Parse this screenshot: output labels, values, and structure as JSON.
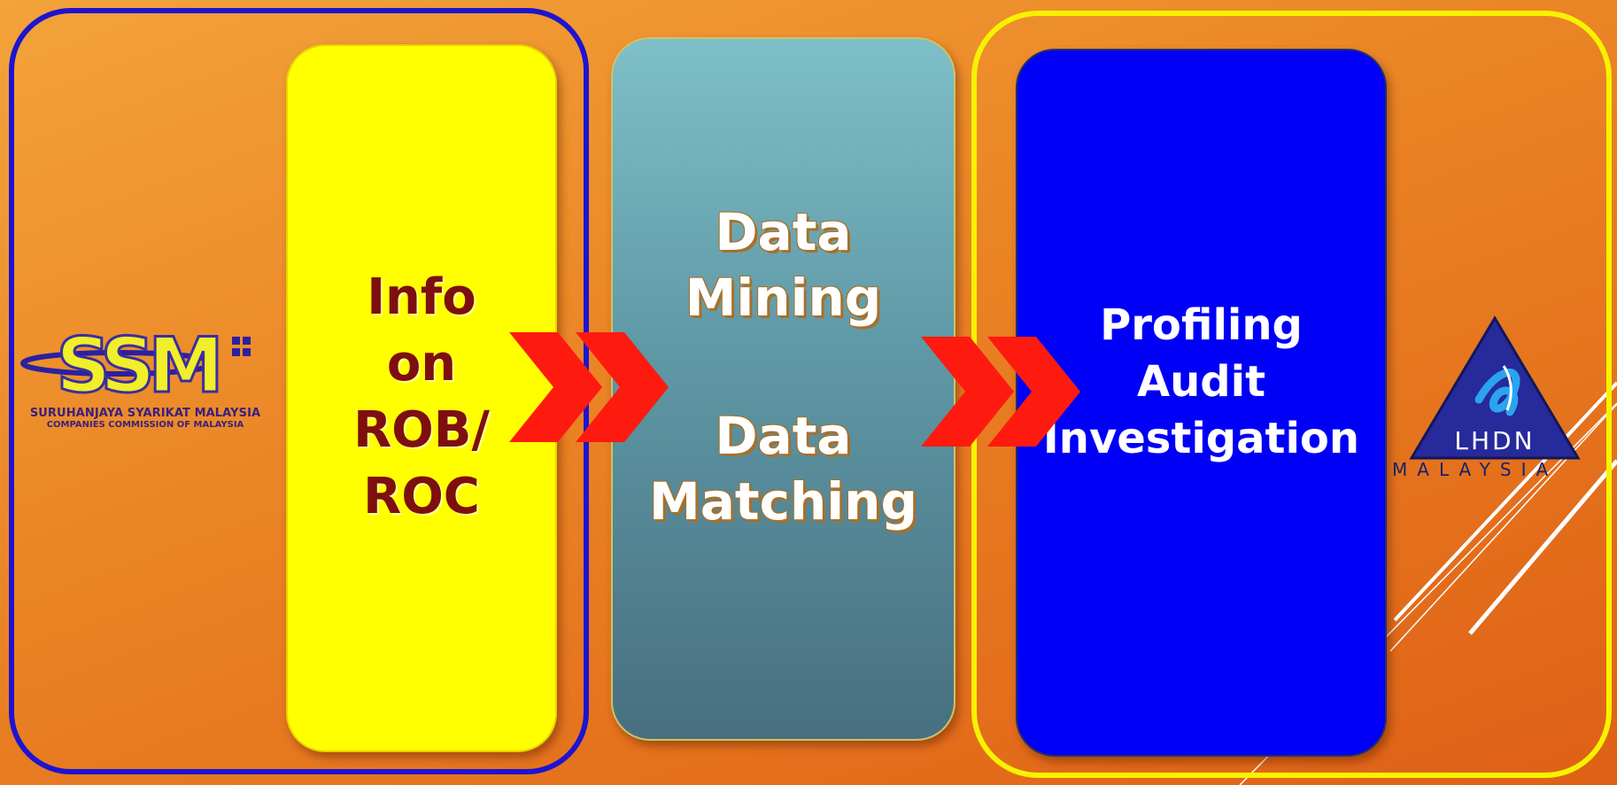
{
  "left_panel": {
    "lines": [
      "Info",
      "on",
      "ROB/",
      "ROC"
    ]
  },
  "middle_panel": {
    "group1": [
      "Data",
      "Mining"
    ],
    "group2": [
      "Data",
      "Matching"
    ]
  },
  "right_panel": {
    "lines": [
      "Profiling",
      "Audit",
      "Investigation"
    ]
  },
  "ssm_logo": {
    "mark": "SSM",
    "name": "SURUHANJAYA SYARIKAT MALAYSIA",
    "subtitle": "COMPANIES COMMISSION OF MALAYSIA"
  },
  "lhdn_logo": {
    "abbr": "LHDN",
    "country": "MALAYSIA"
  },
  "colors": {
    "left_group_border": "#1e14d0",
    "right_group_border": "#f7f200",
    "left_panel": "#ffff00",
    "right_panel": "#0000f7",
    "chevron": "#ff1a10"
  },
  "icons": [
    "double-chevron-right-icon",
    "double-chevron-right-icon"
  ]
}
